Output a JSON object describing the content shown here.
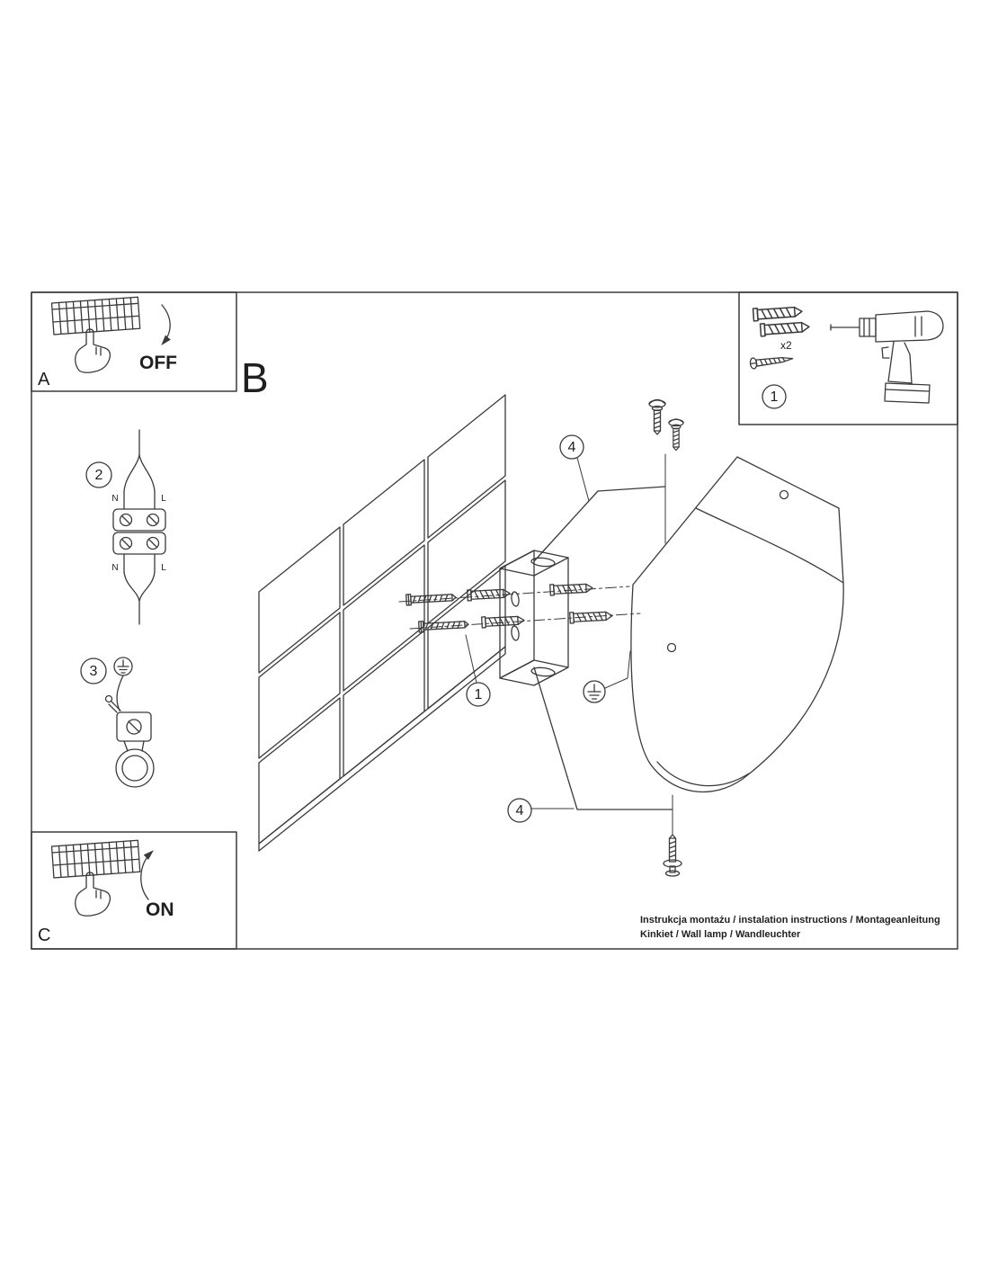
{
  "colors": {
    "ink": "#3a3a3a",
    "text": "#1f1f1f",
    "background": "#ffffff"
  },
  "sections": {
    "a": {
      "label": "A",
      "switch": "OFF"
    },
    "b": {
      "label": "B"
    },
    "c": {
      "label": "C",
      "switch": "ON"
    }
  },
  "steps": {
    "one": "1",
    "two": "2",
    "three": "3",
    "four": "4"
  },
  "toolbox": {
    "anchor_qty": "x2"
  },
  "wiring": {
    "n_top": "N",
    "l_top": "L",
    "n_bottom": "N",
    "l_bottom": "L"
  },
  "footer": {
    "line1": "Instrukcja montażu / instalation instructions / Montageanleitung",
    "line2": "Kinkiet / Wall lamp / Wandleuchter"
  }
}
